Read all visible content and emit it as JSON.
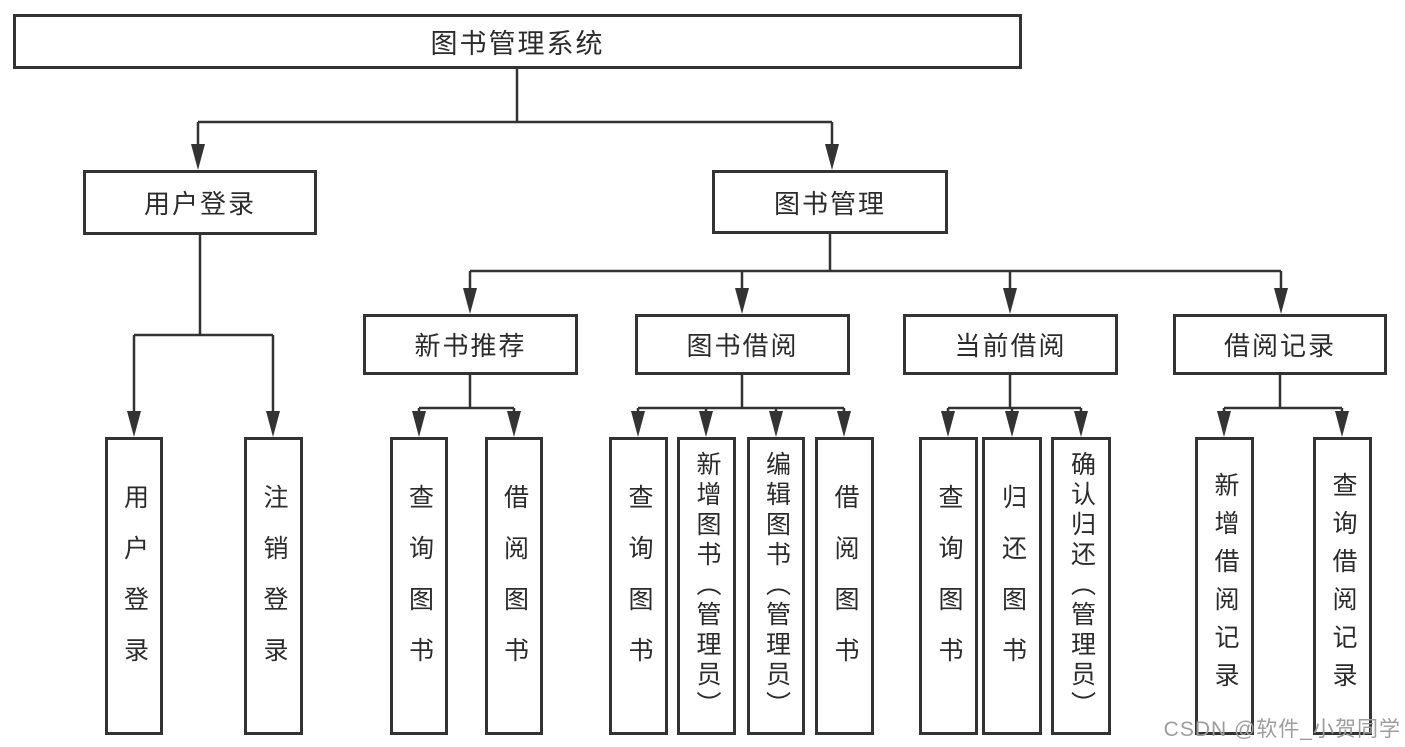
{
  "diagram": {
    "title": "图书管理系统",
    "root": {
      "label": "图书管理系统"
    },
    "level2": [
      {
        "label": "用户登录"
      },
      {
        "label": "图书管理"
      }
    ],
    "level3": [
      {
        "label": "新书推荐",
        "parent": "图书管理"
      },
      {
        "label": "图书借阅",
        "parent": "图书管理"
      },
      {
        "label": "当前借阅",
        "parent": "图书管理"
      },
      {
        "label": "借阅记录",
        "parent": "图书管理"
      }
    ],
    "leaves": [
      {
        "label": "用户登录",
        "parent": "用户登录"
      },
      {
        "label": "注销登录",
        "parent": "用户登录"
      },
      {
        "label": "查询图书",
        "parent": "新书推荐"
      },
      {
        "label": "借阅图书",
        "parent": "新书推荐"
      },
      {
        "label": "查询图书",
        "parent": "图书借阅"
      },
      {
        "label": "新增图书（管理员）",
        "parent": "图书借阅"
      },
      {
        "label": "编辑图书（管理员）",
        "parent": "图书借阅"
      },
      {
        "label": "借阅图书",
        "parent": "图书借阅"
      },
      {
        "label": "查询图书",
        "parent": "当前借阅"
      },
      {
        "label": "归还图书",
        "parent": "当前借阅"
      },
      {
        "label": "确认归还（管理员）",
        "parent": "当前借阅"
      },
      {
        "label": "新增借阅记录",
        "parent": "借阅记录"
      },
      {
        "label": "查询借阅记录",
        "parent": "借阅记录"
      }
    ]
  },
  "watermark": {
    "text": "CSDN @软件_小贺同学"
  },
  "colors": {
    "line": "#333333",
    "text": "#2b2b2b",
    "background": "#ffffff",
    "watermark": "#9d9d9d"
  }
}
